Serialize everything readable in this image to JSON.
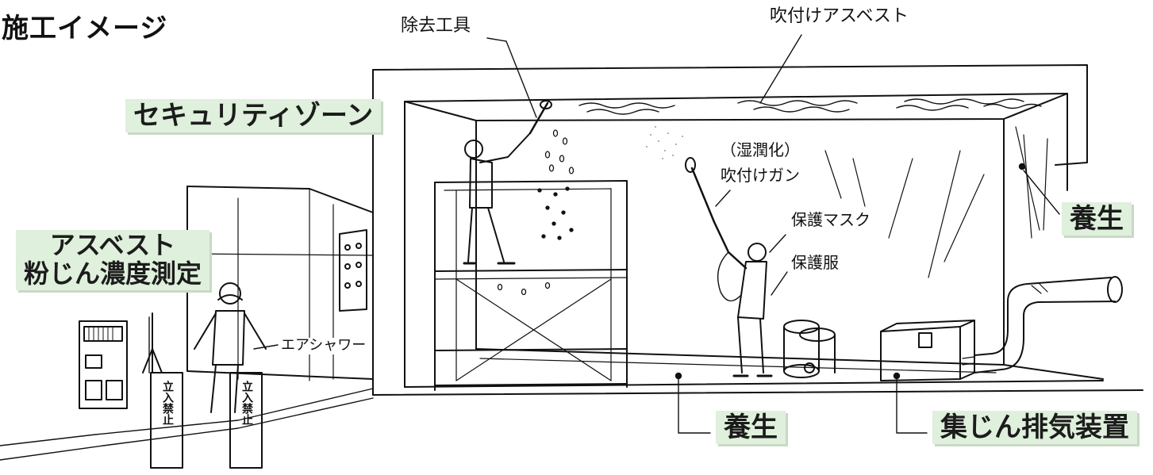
{
  "title": "施工イメージ",
  "labels": {
    "removal_tool": "除去工具",
    "sprayed_asbestos": "吹付けアスベスト",
    "security_zone": "セキュリティゾーン",
    "wetting": "（湿潤化）",
    "spray_gun": "吹付けガン",
    "mask": "保護マスク",
    "suit": "保護服",
    "curing_right": "養生",
    "measurement_line1": "アスベスト",
    "measurement_line2": "粉じん濃度測定",
    "air_shower": "エアシャワー",
    "curing_bottom": "養生",
    "dust_collector": "集じん排気装置"
  },
  "signs": {
    "no_entry_left": "立入禁止",
    "no_entry_right": "立入禁止"
  },
  "colors": {
    "label_bg": "#dff0dc",
    "line": "#111111"
  }
}
